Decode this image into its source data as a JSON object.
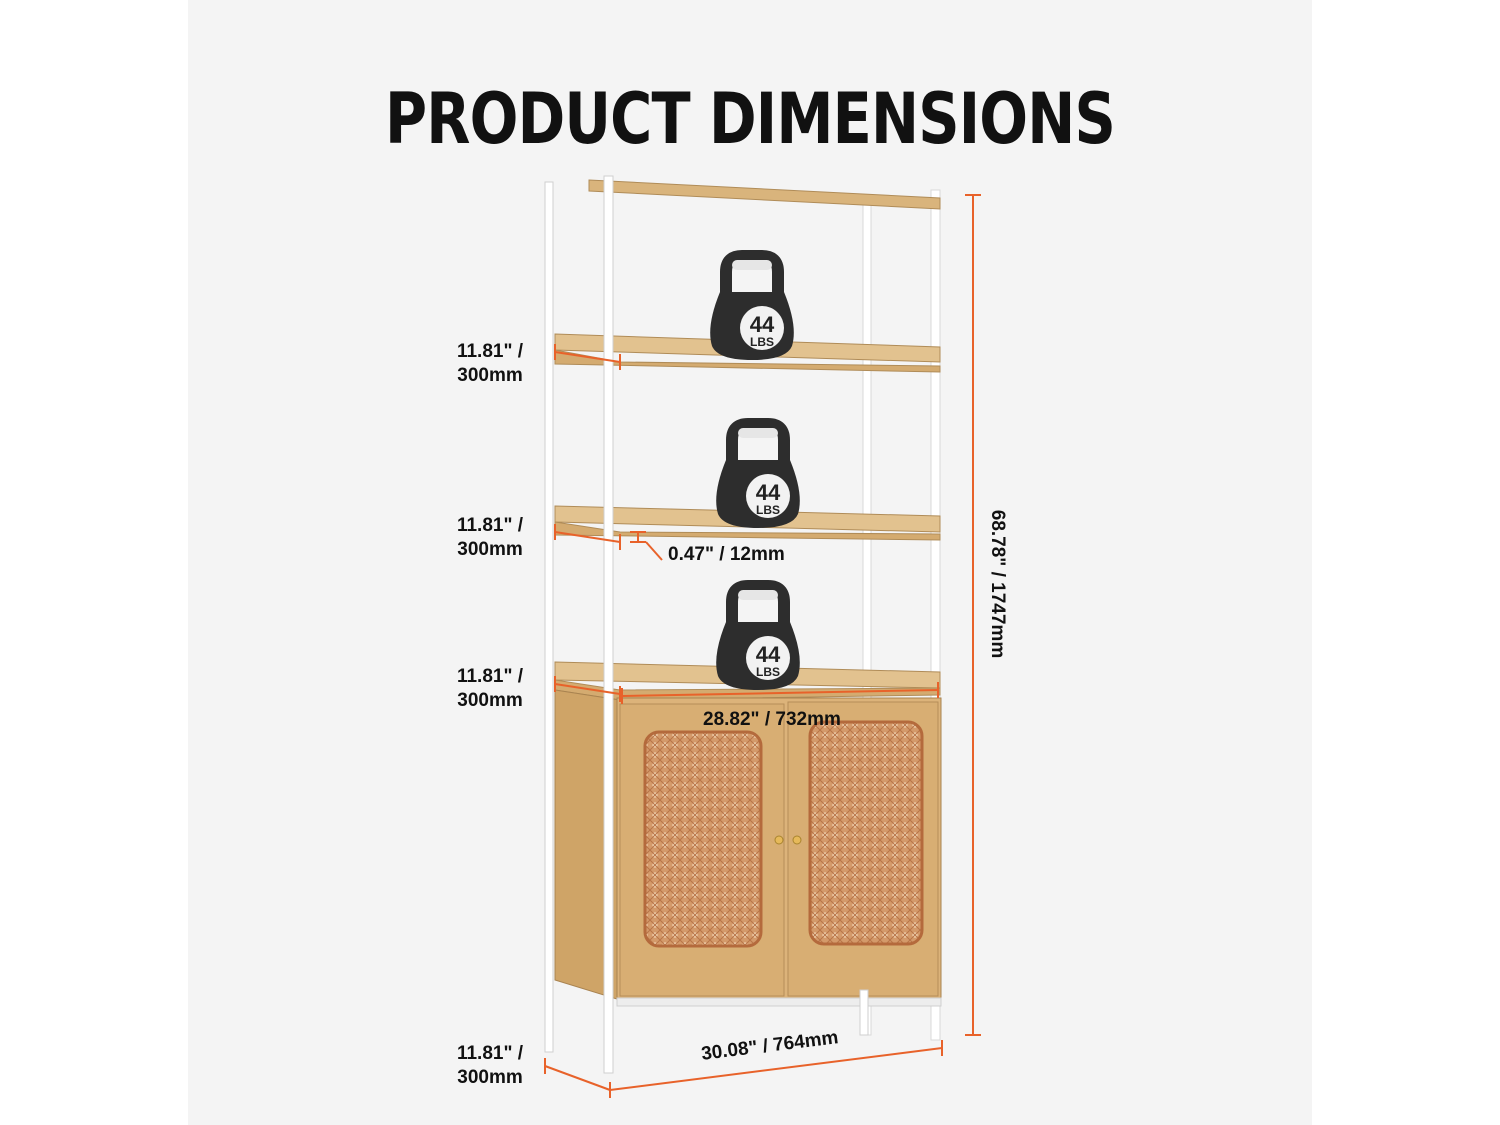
{
  "title": "PRODUCT DIMENSIONS",
  "colors": {
    "dimension_line": "#e8622a",
    "wood": "#d9b47c",
    "frame": "#ffffff",
    "rattan": "#c8865a",
    "weight": "#2d2d2d"
  },
  "weights": [
    {
      "number": "44",
      "unit": "LBS"
    },
    {
      "number": "44",
      "unit": "LBS"
    },
    {
      "number": "44",
      "unit": "LBS"
    }
  ],
  "dimensions": {
    "depth_labels": [
      {
        "line1": "11.81\" /",
        "line2": "300mm"
      },
      {
        "line1": "11.81\" /",
        "line2": "300mm"
      },
      {
        "line1": "11.81\" /",
        "line2": "300mm"
      },
      {
        "line1": "11.81\" /",
        "line2": "300mm"
      }
    ],
    "thickness": "0.47\" / 12mm",
    "inner_width": "28.82\" / 732mm",
    "total_width": "30.08\" / 764mm",
    "total_height": "68.78\" / 1747mm"
  }
}
